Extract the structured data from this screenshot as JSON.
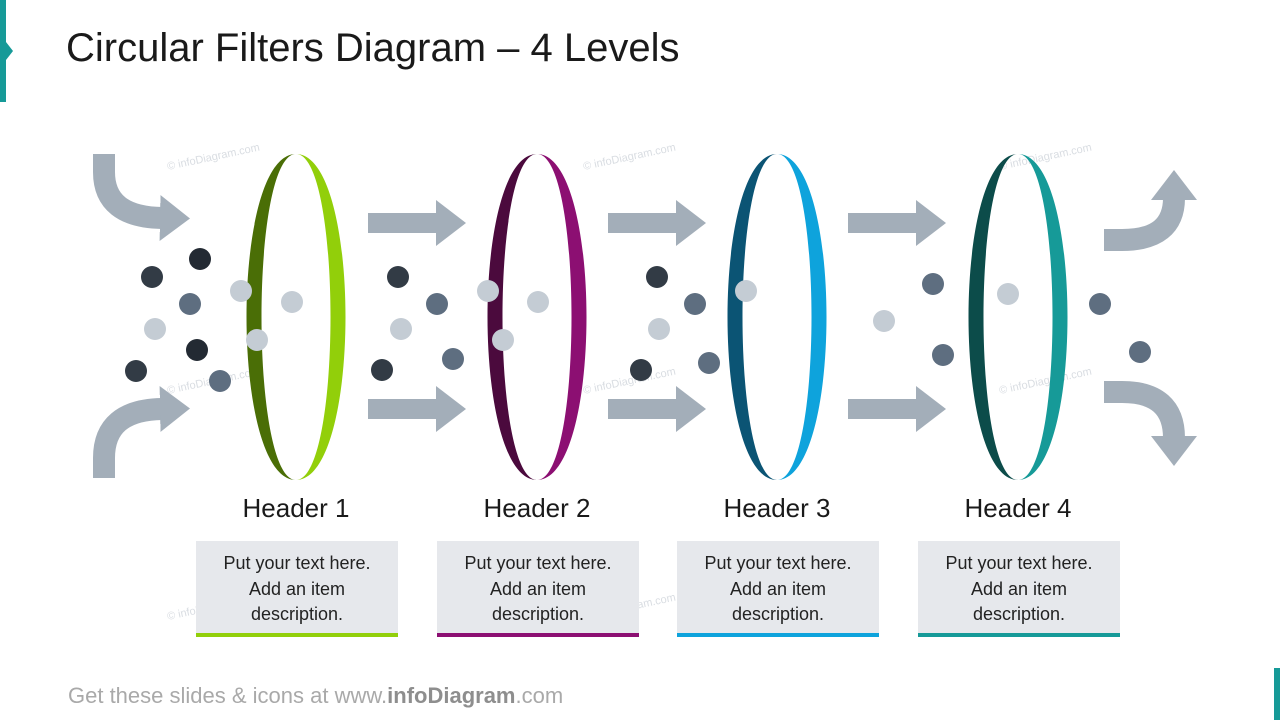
{
  "title": "Circular Filters Diagram – 4 Levels",
  "watermark_text": "© infoDiagram.com",
  "colors": {
    "accent": "#169a98",
    "arrow": "#a3aeb9",
    "dot_dark": "#232a33",
    "dot_mid": "#323b45",
    "dot_steel": "#5e6e80",
    "dot_light": "#c4ccd4",
    "description_bg": "#e6e8ec"
  },
  "levels": [
    {
      "header": "Header 1",
      "description": [
        "Put your text here.",
        "Add an item",
        "description."
      ],
      "color_front": "#92cf0a",
      "color_back": "#4a6e06"
    },
    {
      "header": "Header 2",
      "description": [
        "Put your text here.",
        "Add an item",
        "description."
      ],
      "color_front": "#8c0f72",
      "color_back": "#4b0a3d"
    },
    {
      "header": "Header 3",
      "description": [
        "Put your text here.",
        "Add an item",
        "description."
      ],
      "color_front": "#0ea3dc",
      "color_back": "#0b5474"
    },
    {
      "header": "Header 4",
      "description": [
        "Put your text here.",
        "Add an item",
        "description."
      ],
      "color_front": "#169a98",
      "color_back": "#0c4c4a"
    }
  ],
  "footer": {
    "prefix": "Get these slides & icons at www.",
    "brand": "infoDiagram",
    "suffix": ".com"
  }
}
